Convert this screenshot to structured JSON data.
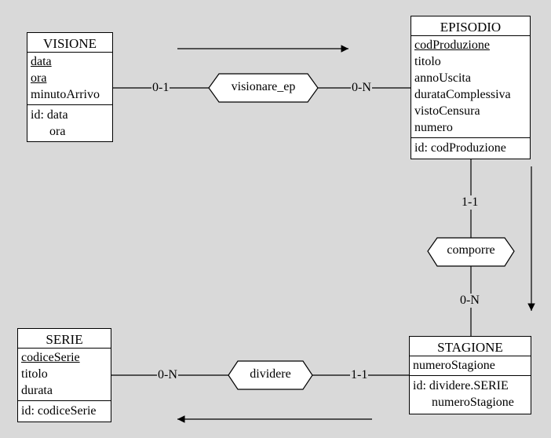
{
  "entities": {
    "visione": {
      "name": "VISIONE",
      "attributes": [
        {
          "text": "data",
          "underlined": true
        },
        {
          "text": "ora",
          "underlined": true
        },
        {
          "text": "minutoArrivo",
          "underlined": false
        }
      ],
      "id_lines": [
        "id: data",
        "ora"
      ]
    },
    "episodio": {
      "name": "EPISODIO",
      "attributes": [
        {
          "text": "codProduzione",
          "underlined": true
        },
        {
          "text": "titolo",
          "underlined": false
        },
        {
          "text": "annoUscita",
          "underlined": false
        },
        {
          "text": "durataComplessiva",
          "underlined": false
        },
        {
          "text": "vistoCensura",
          "underlined": false
        },
        {
          "text": "numero",
          "underlined": false
        }
      ],
      "id_lines": [
        "id: codProduzione"
      ]
    },
    "serie": {
      "name": "SERIE",
      "attributes": [
        {
          "text": "codiceSerie",
          "underlined": true
        },
        {
          "text": "titolo",
          "underlined": false
        },
        {
          "text": "durata",
          "underlined": false
        }
      ],
      "id_lines": [
        "id: codiceSerie"
      ]
    },
    "stagione": {
      "name": "STAGIONE",
      "attributes": [
        {
          "text": "numeroStagione",
          "underlined": false
        }
      ],
      "id_lines": [
        "id: dividere.SERIE",
        "numeroStagione"
      ]
    }
  },
  "relationships": {
    "visionare_ep": {
      "name": "visionare_ep",
      "card_left": "0-1",
      "card_right": "0-N"
    },
    "comporre": {
      "name": "comporre",
      "card_top": "1-1",
      "card_bottom": "0-N"
    },
    "dividere": {
      "name": "dividere",
      "card_left": "0-N",
      "card_right": "1-1"
    }
  },
  "colors": {
    "background": "#d9d9d9",
    "entity_fill": "#ffffff",
    "stroke": "#000000"
  }
}
